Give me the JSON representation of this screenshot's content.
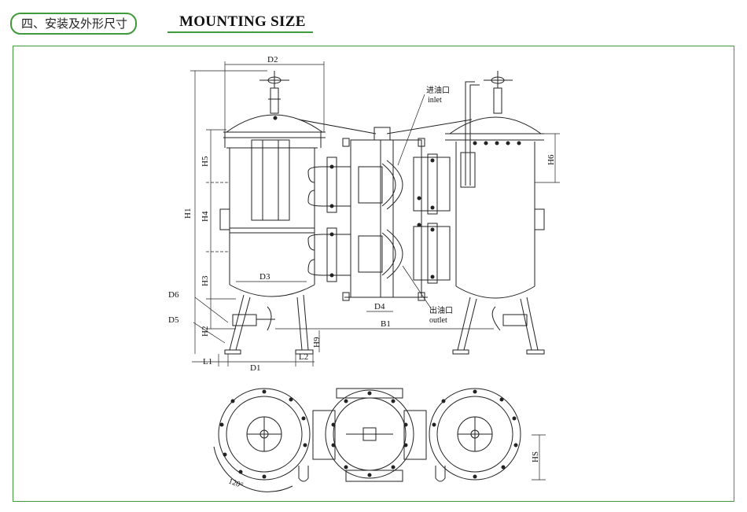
{
  "header": {
    "section_cn": "四、安装及外形尺寸",
    "section_en": "MOUNTING SIZE"
  },
  "labels": {
    "D2": "D2",
    "D3": "D3",
    "D4": "D4",
    "D1": "D1",
    "D5": "D5",
    "D6": "D6",
    "H1": "H1",
    "H2": "H2",
    "H3": "H3",
    "H4": "H4",
    "H5": "H5",
    "H6": "H6",
    "H9": "H9",
    "B1": "B1",
    "L1": "L1",
    "L2": "L2",
    "HS": "HS",
    "inlet_cn": "进油口",
    "inlet_en": "inlet",
    "outlet_cn": "出油口",
    "outlet_en": "outlet",
    "angle": "120°"
  },
  "colors": {
    "accent": "#3f9a3a",
    "line": "#222222"
  }
}
